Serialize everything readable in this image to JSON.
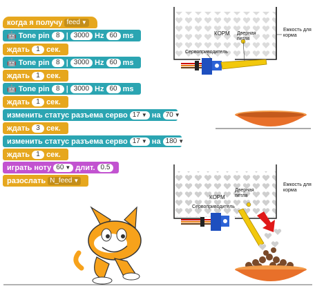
{
  "blocks": {
    "b1": {
      "text": "когда я получу",
      "value": "feed"
    },
    "b2": {
      "icon": "robot-icon",
      "text": "Tone pin",
      "pin": "8",
      "sep": "|",
      "freq": "3000",
      "hz": "Hz",
      "dur": "60",
      "ms": "ms"
    },
    "b3": {
      "text": "ждать",
      "value": "1",
      "unit": "сек."
    },
    "b4": {
      "icon": "robot-icon",
      "text": "Tone pin",
      "pin": "8",
      "sep": "|",
      "freq": "3000",
      "hz": "Hz",
      "dur": "60",
      "ms": "ms"
    },
    "b5": {
      "text": "ждать",
      "value": "1",
      "unit": "сек."
    },
    "b6": {
      "icon": "robot-icon",
      "text": "Tone pin",
      "pin": "8",
      "sep": "|",
      "freq": "3000",
      "hz": "Hz",
      "dur": "60",
      "ms": "ms"
    },
    "b7": {
      "text": "ждать",
      "value": "1",
      "unit": "сек."
    },
    "b8": {
      "text": "изменить статус разъема серво",
      "pin": "17",
      "on": "на",
      "angle": "70"
    },
    "b9": {
      "text": "ждать",
      "value": "3",
      "unit": "сек."
    },
    "b10": {
      "text": "изменить статус разъема серво",
      "pin": "17",
      "on": "на",
      "angle": "180"
    },
    "b11": {
      "text": "ждать",
      "value": "1",
      "unit": "сек."
    },
    "b12": {
      "text": "играть ноту",
      "note": "60",
      "dur_label": "длит.",
      "dur": "0.5"
    },
    "b13": {
      "text": "разослать",
      "value": "N_feed"
    }
  },
  "illustration": {
    "top": {
      "food": "КОРМ",
      "door": "Дверная петля",
      "servo": "Сервоприводитель",
      "tank": "Емкость для корма"
    },
    "bottom": {
      "food": "КОРМ",
      "door": "Дверная петля",
      "servo": "Сервоприводитель",
      "tank": "Емкость для корма"
    }
  },
  "colors": {
    "events": "#E6A71E",
    "extension": "#2BA5B2",
    "sound": "#C253D0",
    "operators": "#5CB85C",
    "bowl": "#E8702A"
  }
}
